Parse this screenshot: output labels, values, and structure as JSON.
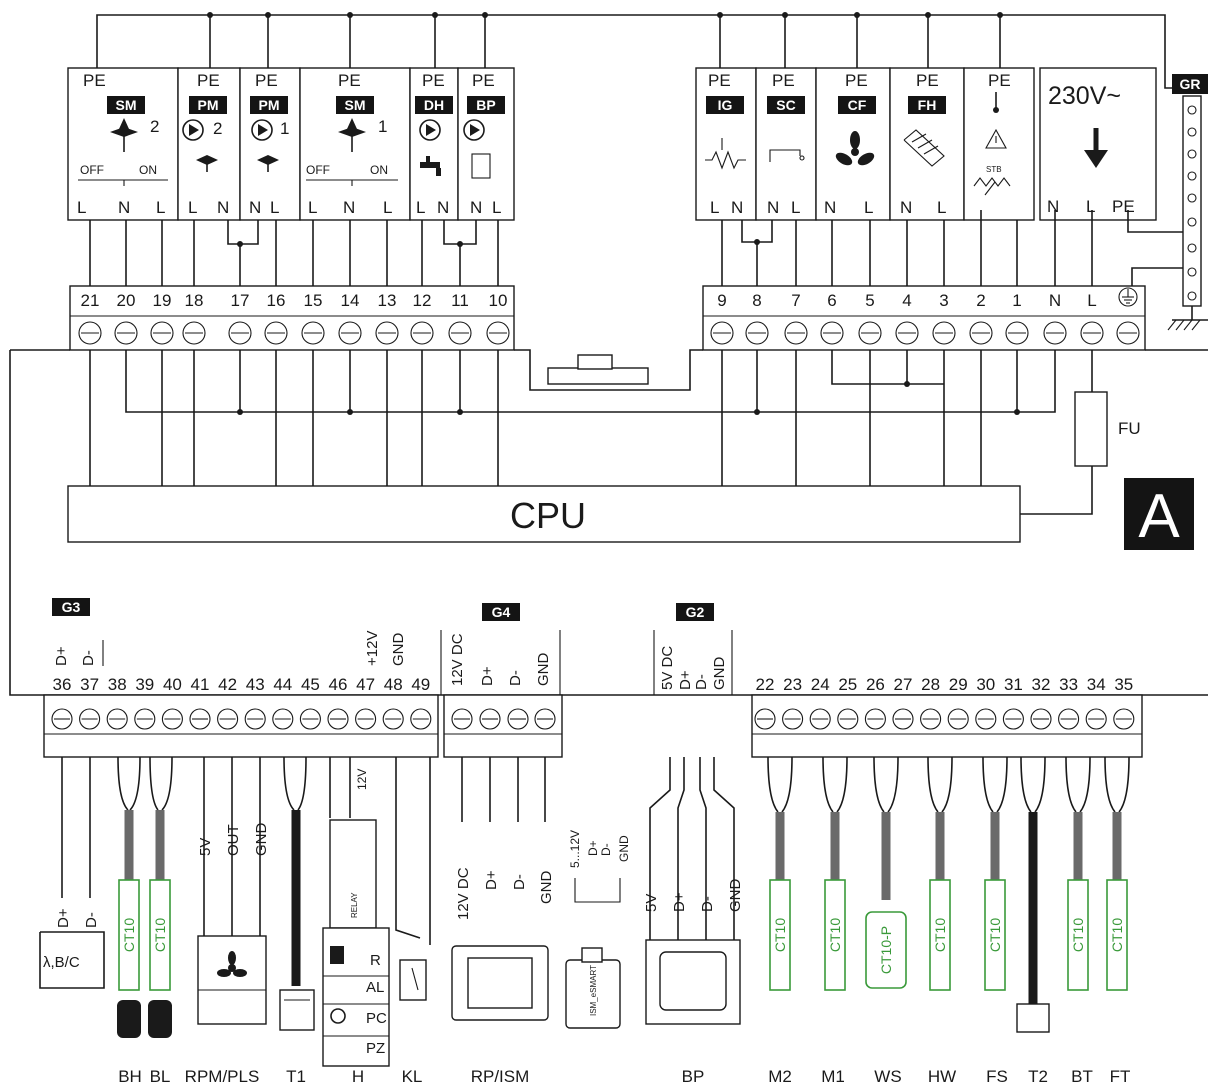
{
  "board": {
    "cpu_label": "CPU",
    "board_letter": "A",
    "fuse_label": "FU",
    "gr_label": "GR",
    "supply_voltage": "230V~",
    "supply_terms": [
      "N",
      "L",
      "PE"
    ],
    "pe": "PE",
    "stb": "STB",
    "relay": "RELAY",
    "relay_v": "12V"
  },
  "top_left_terminals": [
    "21",
    "20",
    "19",
    "18",
    "17",
    "16",
    "15",
    "14",
    "13",
    "12",
    "11",
    "10"
  ],
  "top_right_terminals": [
    "9",
    "8",
    "7",
    "6",
    "5",
    "4",
    "3",
    "2",
    "1",
    "N",
    "L"
  ],
  "top_left_modules": [
    {
      "tag": "SM",
      "pins": [
        "L",
        "N",
        "L"
      ],
      "sub": [
        "OFF",
        "ON"
      ],
      "num": "2"
    },
    {
      "tag": "PM",
      "pins": [
        "L",
        "N"
      ],
      "num": "2"
    },
    {
      "tag": "PM",
      "pins": [
        "N",
        "L"
      ],
      "num": "1"
    },
    {
      "tag": "SM",
      "pins": [
        "L",
        "N",
        "L"
      ],
      "sub": [
        "OFF",
        "ON"
      ],
      "num": "1"
    },
    {
      "tag": "DH",
      "pins": [
        "L",
        "N"
      ]
    },
    {
      "tag": "BP",
      "pins": [
        "N",
        "L"
      ]
    }
  ],
  "top_right_modules": [
    {
      "tag": "IG",
      "pins": [
        "L",
        "N"
      ]
    },
    {
      "tag": "SC",
      "pins": [
        "N",
        "L"
      ]
    },
    {
      "tag": "CF",
      "pins": [
        "N",
        "L"
      ]
    },
    {
      "tag": "FH",
      "pins": [
        "N",
        "L"
      ]
    }
  ],
  "groups": {
    "g3": "G3",
    "g4": "G4",
    "g2": "G2"
  },
  "g3_header": [
    "D+",
    "D-",
    "+12V",
    "GND"
  ],
  "g3_terminals": [
    "36",
    "37",
    "38",
    "39",
    "40",
    "41",
    "42",
    "43",
    "44",
    "45",
    "46",
    "47",
    "48",
    "49"
  ],
  "g4_header": [
    "12V DC",
    "D+",
    "D-",
    "GND"
  ],
  "g2_header": [
    "5V DC",
    "D+",
    "D-",
    "GND"
  ],
  "g2_right_terminals": [
    "22",
    "23",
    "24",
    "25",
    "26",
    "27",
    "28",
    "29",
    "30",
    "31",
    "32",
    "33",
    "34",
    "35"
  ],
  "wire_labels": {
    "lambda": [
      "D+",
      "D-"
    ],
    "rpm": [
      "5V",
      "OUT",
      "GND"
    ],
    "rp": [
      "12V DC",
      "D+",
      "D-",
      "GND"
    ],
    "ism": [
      "5...12V",
      "D+",
      "D-",
      "GND"
    ],
    "bp": [
      "5V",
      "D+",
      "D-",
      "GND"
    ]
  },
  "sensors": {
    "ct10": "CT10",
    "ct10p": "CT10-P",
    "lambda_box": "λ,B/C",
    "h_rows": [
      "R",
      "AL",
      "PC",
      "PZ"
    ],
    "ism_text": "ISM_eSMART"
  },
  "bottom_labels": [
    "BH",
    "BL",
    "RPM/PLS",
    "T1",
    "H",
    "KL",
    "RP/ISM",
    "BP",
    "M2",
    "M1",
    "WS",
    "HW",
    "FS",
    "T2",
    "BT",
    "FT"
  ],
  "colors": {
    "ink": "#1a1a1a",
    "sensor_green": "#3a9a3a",
    "cable_gray": "#6a6a6a"
  }
}
